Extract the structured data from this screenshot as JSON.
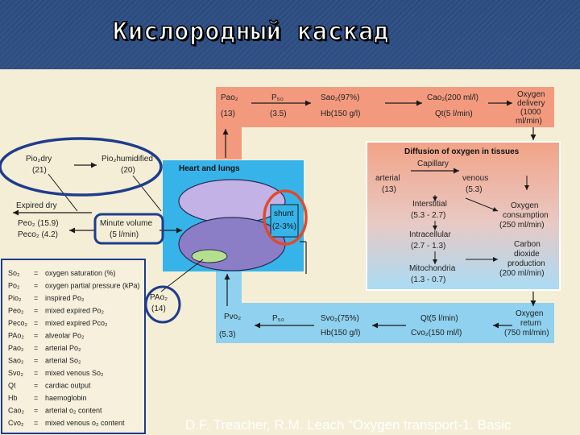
{
  "slide": {
    "title": "Кислородный каскад",
    "citation": "D.F.  Treacher, R.M. Leach “Oxygen transport-1. Basic"
  },
  "colors": {
    "background": "#34578d",
    "paper": "#f4eed6",
    "top_band": "#f39a7e",
    "bottom_band": "#8fd1ef",
    "tissue_panel_top": "#f2a386",
    "tissue_panel_bottom": "#a9dcf5",
    "heart_panel": "#36b4ea",
    "upper_ellipse": "#c2b2e6",
    "lower_ellipse": "#8c7ec6",
    "alveolus": "#b4df8f",
    "annotation_blue": "#1f3c8c",
    "annotation_red": "#e04a2a"
  },
  "top_band": {
    "pao2": "Pao₂",
    "pao2_value": "(13)",
    "p50": "P₅₀",
    "p50_value": "(3.5)",
    "sao2": "Sao₂(97%)",
    "hb": "Hb(150 g/l)",
    "cao2": "Cao₂(200 ml/l)",
    "qt": "Qt(5 l/min)",
    "oxygen_delivery": [
      "Oxygen",
      "delivery",
      "(1000",
      "ml/min)"
    ]
  },
  "left": {
    "pio2_dry": "Pio₂dry",
    "pio2_dry_value": "(21)",
    "pio2_humidified": "Pio₂humidified",
    "pio2_humidified_value": "(20)",
    "expired_dry": "Expired dry",
    "peo2": "Peo₂ (15.9)",
    "peco2": "Peco₂ (4.2)",
    "minute_volume": "Minute volume",
    "minute_volume_value": "(5 l/min)",
    "pao2_alveolar": "PAo₂",
    "pao2_alveolar_value": "(14)"
  },
  "heart": {
    "title": "Heart and lungs",
    "shunt": "shunt",
    "shunt_value": "(2-3%)"
  },
  "tissue": {
    "title": "Diffusion of oxygen in tissues",
    "capillary": "Capillary",
    "arterial": "arterial",
    "arterial_value": "(13)",
    "venous": "venous",
    "venous_value": "(5.3)",
    "interstitial": "Interstitial",
    "interstitial_value": "(5.3 - 2.7)",
    "intracellular": "Intracellular",
    "intracellular_value": "(2.7 - 1.3)",
    "mitochondria": "Mitochondria",
    "mitochondria_value": "(1.3 - 0.7)",
    "oxygen_consumption": [
      "Oxygen",
      "consumption",
      "(250 ml/min)"
    ],
    "co2_production": [
      "Carbon",
      "dioxide",
      "production",
      "(200 ml/min)"
    ]
  },
  "bottom_band": {
    "pvo2": "Pvo₂",
    "pvo2_value": "(5.3)",
    "p50": "P₅₀",
    "svo2": "Svo₂(75%)",
    "hb": "Hb(150 g/l)",
    "qt": "Qt(5 l/min)",
    "cvo2": "Cvo₂(150 ml/l)",
    "oxygen_return": [
      "Oxygen",
      "return",
      "(750 ml/min)"
    ]
  },
  "legend": [
    {
      "abbr": "So₂",
      "desc": "oxygen saturation (%)"
    },
    {
      "abbr": "Po₂",
      "desc": "oxygen partial pressure (kPa)"
    },
    {
      "abbr": "Pio₂",
      "desc": "inspired Po₂"
    },
    {
      "abbr": "Peo₂",
      "desc": "mixed expired Po₂"
    },
    {
      "abbr": "Peco₂",
      "desc": "mixed expired Pco₂"
    },
    {
      "abbr": "PAo₂",
      "desc": "alveolar Po₂"
    },
    {
      "abbr": "Pao₂",
      "desc": "arterial Po₂"
    },
    {
      "abbr": "Sao₂",
      "desc": "arterial So₂"
    },
    {
      "abbr": "Svo₂",
      "desc": "mixed venous So₂"
    },
    {
      "abbr": "Qt",
      "desc": "cardiac output"
    },
    {
      "abbr": "Hb",
      "desc": "haemoglobin"
    },
    {
      "abbr": "Cao₂",
      "desc": "arterial o₂ content"
    },
    {
      "abbr": "Cvo₂",
      "desc": "mixed venous o₂ content"
    }
  ]
}
